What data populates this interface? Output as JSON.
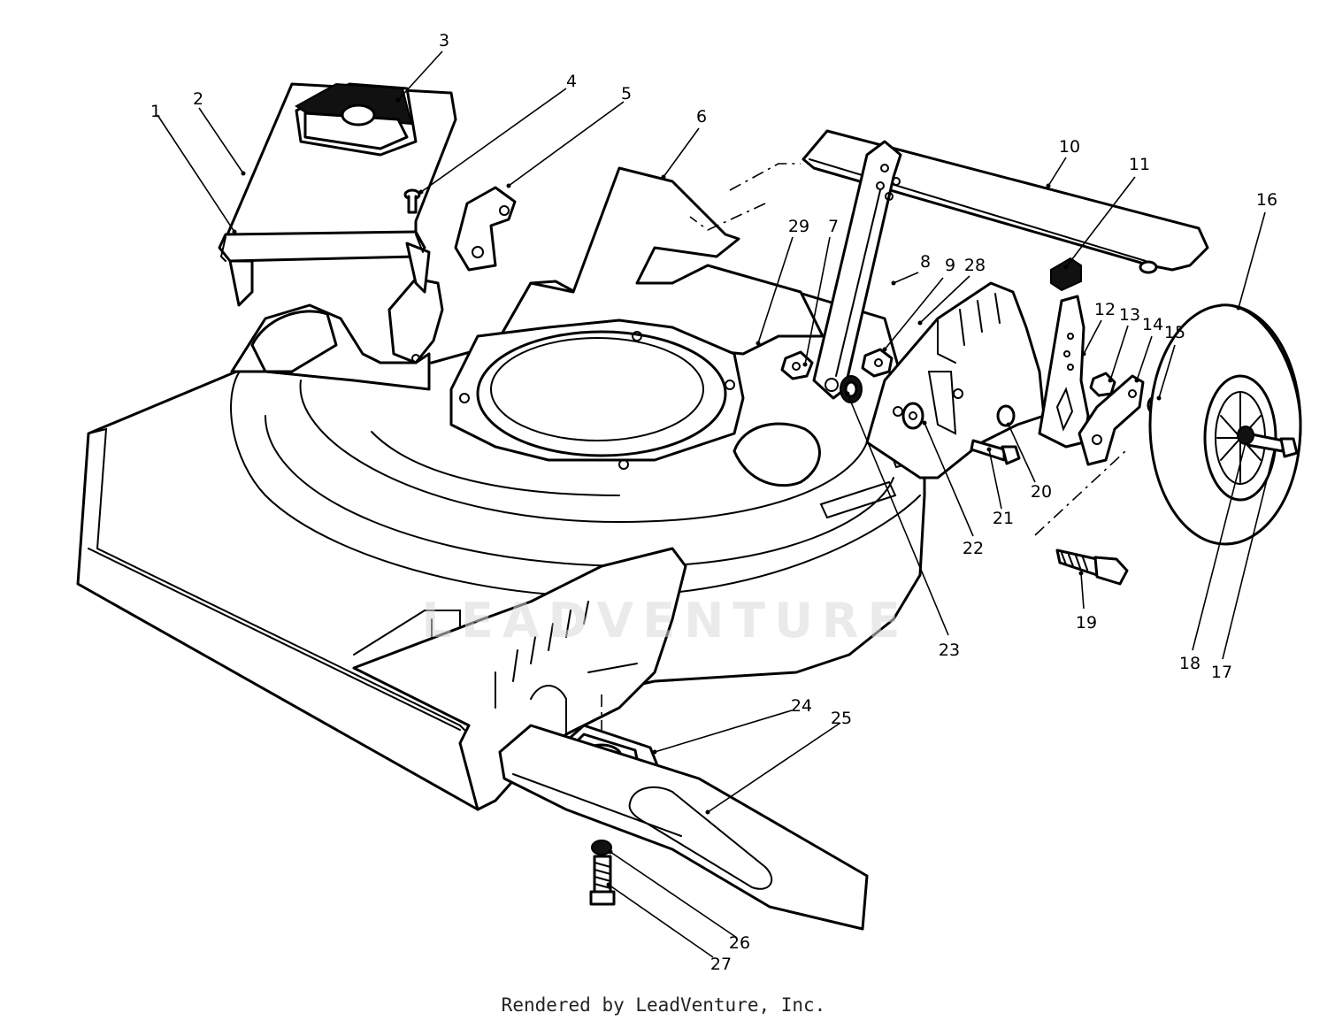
{
  "credit": "Rendered by LeadVenture, Inc.",
  "watermark": {
    "text": "LEADVENTURE"
  },
  "callouts": [
    {
      "id": "1",
      "text": "1"
    },
    {
      "id": "2",
      "text": "2"
    },
    {
      "id": "3",
      "text": "3"
    },
    {
      "id": "4",
      "text": "4"
    },
    {
      "id": "5",
      "text": "5"
    },
    {
      "id": "6",
      "text": "6"
    },
    {
      "id": "7",
      "text": "7"
    },
    {
      "id": "8",
      "text": "8"
    },
    {
      "id": "9",
      "text": "9"
    },
    {
      "id": "10",
      "text": "10"
    },
    {
      "id": "11",
      "text": "11"
    },
    {
      "id": "12",
      "text": "12"
    },
    {
      "id": "13",
      "text": "13"
    },
    {
      "id": "14",
      "text": "14"
    },
    {
      "id": "15",
      "text": "15"
    },
    {
      "id": "16",
      "text": "16"
    },
    {
      "id": "17",
      "text": "17"
    },
    {
      "id": "18",
      "text": "18"
    },
    {
      "id": "19",
      "text": "19"
    },
    {
      "id": "20",
      "text": "20"
    },
    {
      "id": "21",
      "text": "21"
    },
    {
      "id": "22",
      "text": "22"
    },
    {
      "id": "23",
      "text": "23"
    },
    {
      "id": "24",
      "text": "24"
    },
    {
      "id": "25",
      "text": "25"
    },
    {
      "id": "26",
      "text": "26"
    },
    {
      "id": "27",
      "text": "27"
    },
    {
      "id": "28",
      "text": "28"
    },
    {
      "id": "29",
      "text": "29"
    }
  ]
}
